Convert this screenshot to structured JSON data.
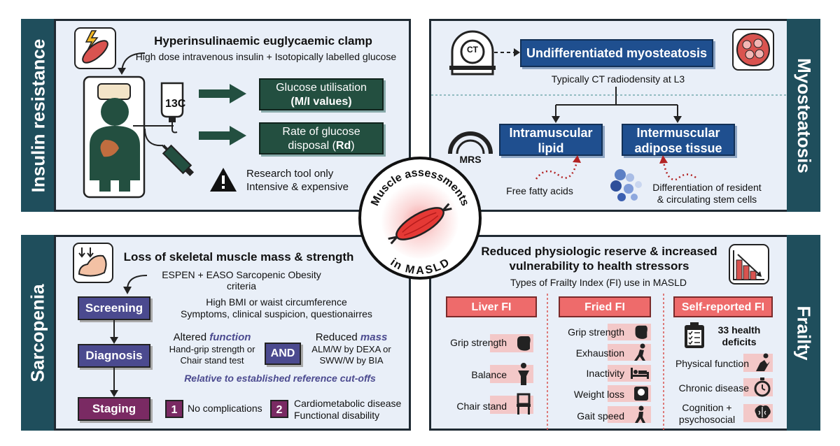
{
  "insulin": {
    "side_label": "Insulin resistance",
    "title": "Hyperinsulinaemic euglycaemic clamp",
    "subtitle": "High dose intravenous insulin + Isotopically labelled glucose",
    "iv_label": "13C",
    "box1_line1": "Glucose utilisation",
    "box1_line2": "(M/I values)",
    "box2_line1": "Rate of glucose",
    "box2_line2a": "disposal (",
    "box2_line2b": "Rd",
    "box2_line2c": ")",
    "note_line1": "Research tool only",
    "note_line2": "Intensive & expensive"
  },
  "myosteatosis": {
    "side_label": "Myosteatosis",
    "ct_label": "CT",
    "mrs_label": "MRS",
    "top_box": "Undifferentiated myosteatosis",
    "ct_note": "Typically CT radiodensity at L3",
    "left_box_line1": "Intramuscular",
    "left_box_line2": "lipid",
    "right_box_line1": "Intermuscular",
    "right_box_line2": "adipose tissue",
    "ffa_label": "Free fatty acids",
    "stem_line1": "Differentiation of resident",
    "stem_line2": "& circulating stem cells"
  },
  "center": {
    "arc_top": "Muscle assessments",
    "arc_bottom": "in MASLD"
  },
  "sarcopenia": {
    "side_label": "Sarcopenia",
    "title": "Loss of skeletal muscle mass & strength",
    "criteria": "ESPEN + EASO Sarcopenic Obesity criteria",
    "screening_label": "Screening",
    "screening_line1": "High BMI or waist circumference",
    "screening_line2": "Symptoms, clinical suspicion, questionairres",
    "diagnosis_label": "Diagnosis",
    "func_prefix": "Altered ",
    "func_word": "function",
    "func_line2": "Hand-grip strength or",
    "func_line3": "Chair stand test",
    "and_label": "AND",
    "mass_prefix": "Reduced ",
    "mass_word": "mass",
    "mass_line2": "ALM/W by DEXA or",
    "mass_line3": "SWW/W by BIA",
    "reference_note": "Relative to established reference cut-offs",
    "staging_label": "Staging",
    "stage1_num": "1",
    "stage1_text": "No complications",
    "stage2_num": "2",
    "stage2_line1": "Cardiometabolic disease",
    "stage2_line2": "Functional disability"
  },
  "frailty": {
    "side_label": "Frailty",
    "title_line1": "Reduced physiologic reserve & increased",
    "title_line2": "vulnerability to health stressors",
    "subtitle": "Types of Frailty Index (FI) use in MASLD",
    "liver_head": "Liver FI",
    "liver_items": [
      "Grip strength",
      "Balance",
      "Chair stand"
    ],
    "fried_head": "Fried FI",
    "fried_items": [
      "Grip strength",
      "Exhaustion",
      "Inactivity",
      "Weight loss",
      "Gait speed"
    ],
    "self_head": "Self-reported FI",
    "self_count_line1": "33 health",
    "self_count_line2": "deficits",
    "self_items": [
      "Physical function",
      "Chronic disease",
      "Cognition +",
      "psychosocial"
    ]
  },
  "colors": {
    "panel_bg": "#e9eff8",
    "side_bar": "#1f4e5c",
    "green_box": "#234f40",
    "blue_box": "#1f4f8f",
    "purple_screen": "#4b4a8f",
    "purple_stage": "#7a2a63",
    "fi_head": "#ee6b6b",
    "accent_red": "#b22222"
  }
}
